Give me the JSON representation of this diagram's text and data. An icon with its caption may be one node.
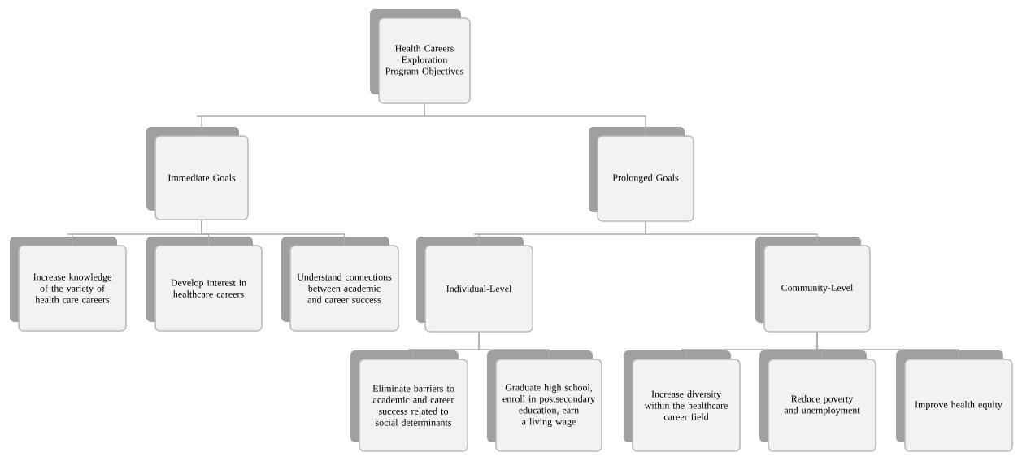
{
  "diagram": {
    "nodes": [
      {
        "text": [
          "Health Careers Exploration Program Objectives"
        ]
      },
      {
        "text": [
          "Immediate Goals"
        ]
      },
      {
        "text": [
          "Prolonged Goals"
        ]
      },
      {
        "text": [
          "Increase knowledge of the variety of health care careers"
        ]
      },
      {
        "text": [
          "Develop interest in healthcare careers"
        ]
      },
      {
        "text": [
          "Understand connections between academic and career success"
        ]
      },
      {
        "text": [
          "Individual-Level"
        ]
      },
      {
        "text": [
          "Community-Level"
        ]
      },
      {
        "text": [
          "Eliminate barriers to academic and career success related to social determinants"
        ]
      },
      {
        "text": [
          "Graduate high school, enroll in postsecondary education, earn a living wage"
        ]
      },
      {
        "text": [
          "Increase diversity within the healthcare career field"
        ]
      },
      {
        "text": [
          "Reduce poverty and unemployment"
        ]
      },
      {
        "text": [
          "Improve health equity"
        ]
      }
    ],
    "edges": [
      {
        "from": 0,
        "to": 1,
        "arrow": "none"
      },
      {
        "from": 0,
        "to": 2,
        "arrow": "none"
      },
      {
        "from": 1,
        "to": 3,
        "arrow": "none"
      },
      {
        "from": 1,
        "to": 4,
        "arrow": "none"
      },
      {
        "from": 1,
        "to": 5,
        "arrow": "none"
      },
      {
        "from": 2,
        "to": 6,
        "arrow": "none"
      },
      {
        "from": 2,
        "to": 7,
        "arrow": "none"
      },
      {
        "from": 6,
        "to": 8,
        "arrow": "none"
      },
      {
        "from": 6,
        "to": 9,
        "arrow": "none"
      },
      {
        "from": 7,
        "to": 10,
        "arrow": "none"
      },
      {
        "from": 7,
        "to": 11,
        "arrow": "none"
      },
      {
        "from": 7,
        "to": 12,
        "arrow": "none"
      }
    ]
  }
}
